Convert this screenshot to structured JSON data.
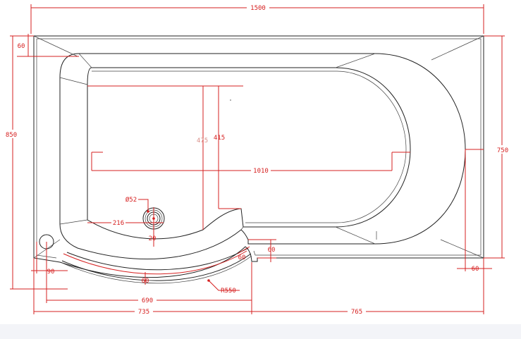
{
  "dimensions": {
    "overall_width": "1500",
    "left_height": "850",
    "right_height": "750",
    "rim_top": "60",
    "rim_right": "60",
    "rim_step": "60",
    "rim_curve": "60",
    "rim_front": "60",
    "waste_offset": "90",
    "inner_length": "1010",
    "depth_475": "475",
    "depth_415": "415",
    "waste_diameter": "Ø52",
    "waste_from_left": "216",
    "waste_small": "20",
    "shield_radius": "R550",
    "length_690": "690",
    "length_735": "735",
    "length_765": "765"
  },
  "colors": {
    "dimension": "#d62020",
    "outline": "#222222",
    "background": "#ffffff"
  }
}
